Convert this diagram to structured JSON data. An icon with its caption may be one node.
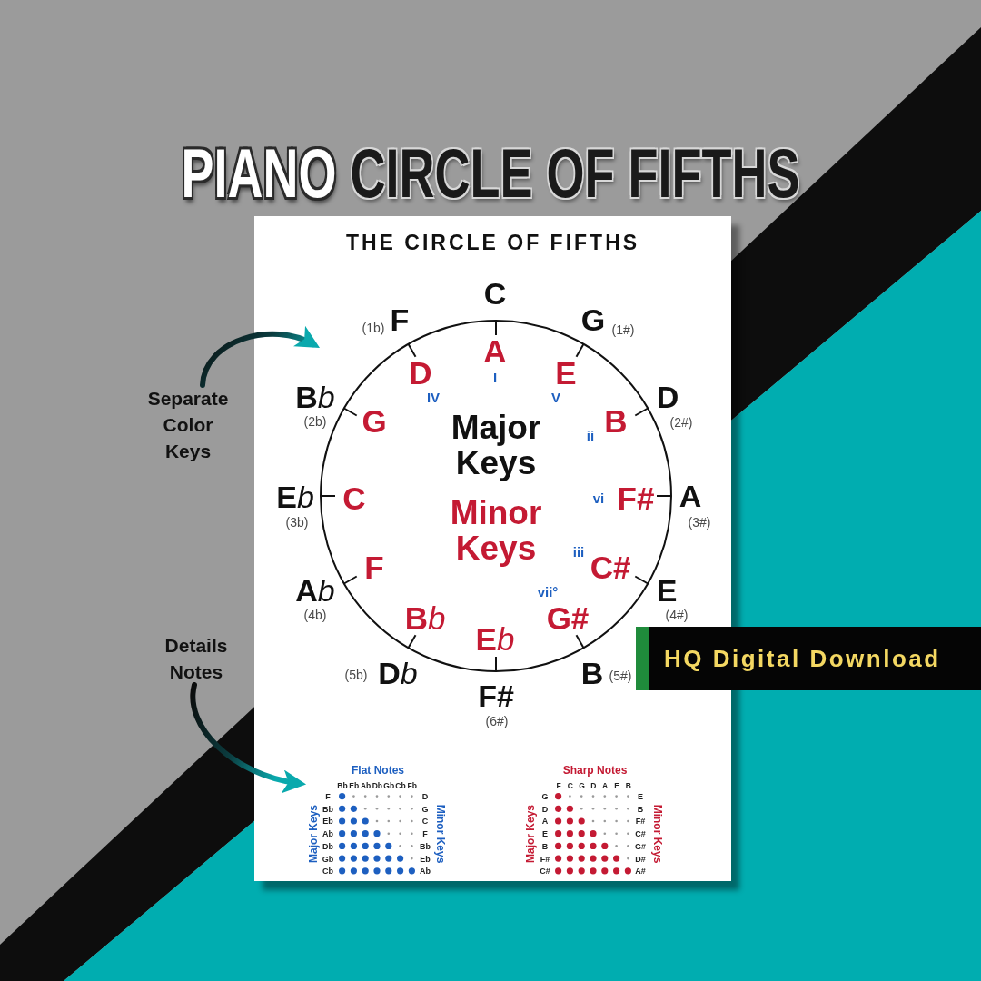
{
  "diagram": {
    "title": "PIANO CIRCLE OF FIFTHS",
    "nodes": [
      {
        "text": [
          "THE CIRCLE OF FIFTHS"
        ]
      },
      {
        "text": [
          "Major Keys",
          "Minor Keys"
        ],
        "in": 0
      },
      {
        "text": [
          "Flat Notes"
        ],
        "in": 0
      },
      {
        "text": [
          "Separate Color Keys"
        ]
      },
      {
        "text": [
          "Details Notes"
        ]
      },
      {
        "text": [
          "HQ Digital Download"
        ]
      }
    ],
    "edges": [
      {
        "from": 3,
        "to": 1,
        "arrow": "to"
      },
      {
        "from": 4,
        "to": 2,
        "arrow": "to"
      }
    ],
    "labels": [
      "C",
      "(1b)",
      "F",
      "G",
      "(1#)",
      "Bb",
      "(2b)",
      "D",
      "(2#)",
      "Eb",
      "(3b)",
      "A",
      "(3#)",
      "Ab",
      "(4b)",
      "E",
      "(4#)",
      "(5b)",
      "Db",
      "B",
      "(5#)",
      "F#",
      "(6#)",
      "A",
      "I",
      "D",
      "E",
      "IV",
      "V",
      "G",
      "B",
      "ii",
      "C",
      "vi",
      "F#",
      "iii",
      "F",
      "C#",
      "vii°",
      "Bb",
      "G#",
      "Eb",
      "Bb",
      "Eb",
      "Ab",
      "Db",
      "Gb",
      "Cb",
      "Fb",
      "F",
      "D",
      "Bb",
      "G",
      "Eb",
      "C",
      "Ab",
      "F",
      "Db",
      "Bb",
      "Gb",
      "Eb",
      "Cb",
      "Ab",
      "Major Keys",
      "Minor Keys",
      "Sharp Notes",
      "F",
      "C",
      "G",
      "D",
      "A",
      "E",
      "B",
      "G",
      "E",
      "D",
      "B",
      "A",
      "F#",
      "E",
      "C#",
      "B",
      "G#",
      "F#",
      "D#",
      "C#",
      "A#",
      "Major Keys",
      "Minor Keys"
    ]
  }
}
